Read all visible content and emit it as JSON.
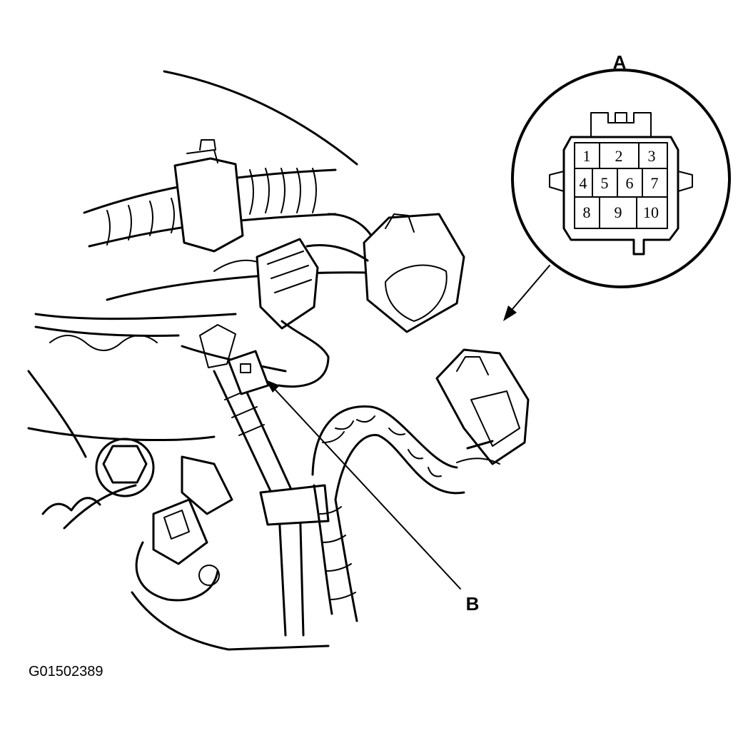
{
  "labels": {
    "connector_view": "A",
    "harness_clamp": "B"
  },
  "connector": {
    "pins": [
      "1",
      "2",
      "3",
      "4",
      "5",
      "6",
      "7",
      "8",
      "9",
      "10"
    ]
  },
  "figure_id": "G01502389"
}
